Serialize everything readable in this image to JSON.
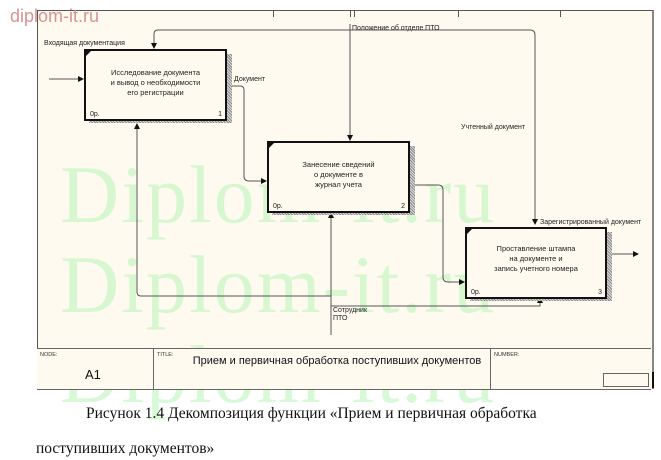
{
  "brand": {
    "text": "diplom-it.ru"
  },
  "watermark": {
    "text": "Diplom-it.ru"
  },
  "diagram": {
    "boxes": [
      {
        "id": 1,
        "text": [
          "Исследование документа",
          "и вывод о необходимости",
          "его регистрации"
        ],
        "cost": "0р.",
        "number": "1"
      },
      {
        "id": 2,
        "text": [
          "Занесение сведений",
          "о документе в",
          "журнал учета"
        ],
        "cost": "0р.",
        "number": "2"
      },
      {
        "id": 3,
        "text": [
          "Проставление штампа",
          "на документе и",
          "запись учетного номера"
        ],
        "cost": "0р.",
        "number": "3"
      }
    ],
    "arrows": {
      "input": "Входящая документация",
      "control": "Положение об отделе ПТО",
      "output_1": "Документ",
      "output_2": "Учтенный документ",
      "output_3": "Зарегистрированный документ",
      "mechanism": [
        "Сотрудник",
        "ПТО"
      ]
    }
  },
  "footer": {
    "node_caption": "NODE:",
    "node_value": "A1",
    "title_caption": "TITLE:",
    "title_value": "Прием и первичная  обработка поступивших документов",
    "number_caption": "NUMBER:"
  },
  "caption": {
    "line1": "Рисунок 1.4 Декомпозиция функции «Прием и первичная обработка",
    "line2": "поступивших документов»"
  },
  "colors": {
    "sheet": "#fffaef",
    "watermark": "#b8f5b8",
    "brand": "#d79494"
  }
}
